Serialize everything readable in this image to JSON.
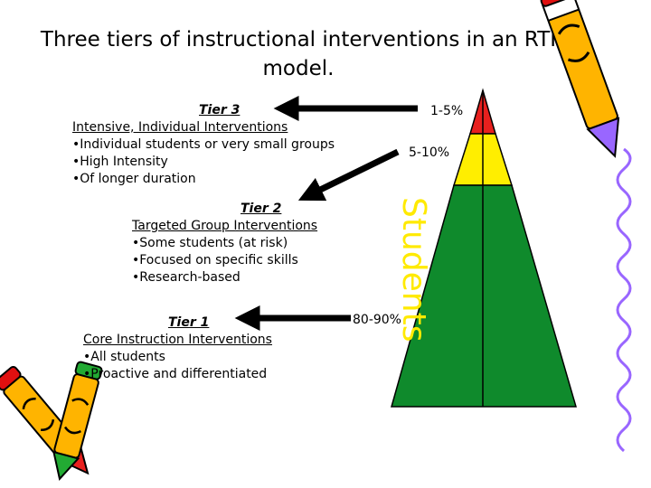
{
  "title": "Three tiers of instructional interventions in an RTI model.",
  "tiers": [
    {
      "heading": "Tier 3",
      "subheading": "Intensive, Individual Interventions",
      "bullets": [
        "•Individual students or very small groups",
        "•High Intensity",
        "•Of longer duration"
      ]
    },
    {
      "heading": "Tier 2",
      "subheading": "Targeted Group Interventions",
      "bullets": [
        "•Some students (at risk)",
        "•Focused on specific skills",
        "•Research-based"
      ]
    },
    {
      "heading": "Tier 1",
      "subheading": "Core Instruction Interventions",
      "bullets": [
        "•All students",
        "•Proactive and differentiated"
      ]
    }
  ],
  "percentages": {
    "tier3": "1-5%",
    "tier2": "5-10%",
    "tier1": "80-90%"
  },
  "pyramid_label": "Students",
  "colors": {
    "tier3": "#e8201e",
    "tier2": "#ffee00",
    "tier1": "#0f8a2c",
    "label": "#ffea00"
  }
}
